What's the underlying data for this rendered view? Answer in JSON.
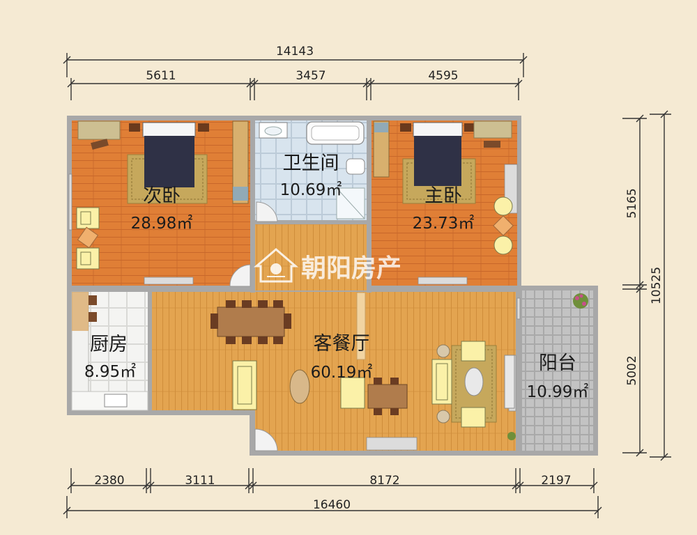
{
  "dimensions": {
    "top_total": "14143",
    "top_segments": [
      "5611",
      "3457",
      "4595"
    ],
    "bottom_total": "16460",
    "bottom_segments": [
      "2380",
      "3111",
      "8172",
      "2197"
    ],
    "right_total": "10525",
    "right_segments": [
      "5165",
      "5002"
    ]
  },
  "rooms": {
    "second_bedroom": {
      "name": "次卧",
      "area": "28.98㎡"
    },
    "bathroom": {
      "name": "卫生间",
      "area": "10.69㎡"
    },
    "master_bedroom": {
      "name": "主卧",
      "area": "23.73㎡"
    },
    "kitchen": {
      "name": "厨房",
      "area": "8.95㎡"
    },
    "living_dining": {
      "name": "客餐厅",
      "area": "60.19㎡"
    },
    "balcony": {
      "name": "阳台",
      "area": "10.99㎡"
    }
  },
  "watermark": {
    "text": "朝阳房产",
    "icon": "house-sun-logo-icon"
  },
  "colors": {
    "background": "#f5ead3",
    "wall": "#a7a7a7",
    "bedroom_floor": "#e07f36",
    "living_floor": "#e0a14f",
    "bathroom_floor": "#d6e2ec",
    "kitchen_floor": "#f2f2f2",
    "balcony_floor": "#c4c4c4",
    "bed": "#2e3044"
  }
}
